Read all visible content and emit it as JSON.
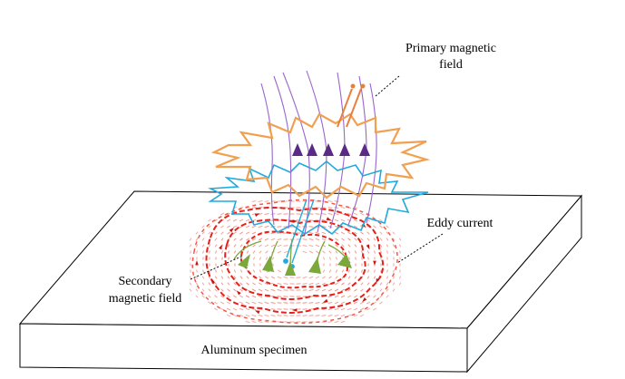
{
  "labels": {
    "primary_line1": "Primary magnetic",
    "primary_line2": "field",
    "eddy": "Eddy current",
    "secondary_line1": "Secondary",
    "secondary_line2": "magnetic field",
    "specimen": "Aluminum specimen"
  },
  "colors": {
    "outline": "#000000",
    "primary_coil": "#f0a050",
    "secondary_coil": "#22aadd",
    "field_lines": "#9966cc",
    "field_arrows": "#5b2a86",
    "eddy_current": "#e8201a",
    "secondary_field": "#7aa83a",
    "lead_wire": "#e8803a"
  }
}
